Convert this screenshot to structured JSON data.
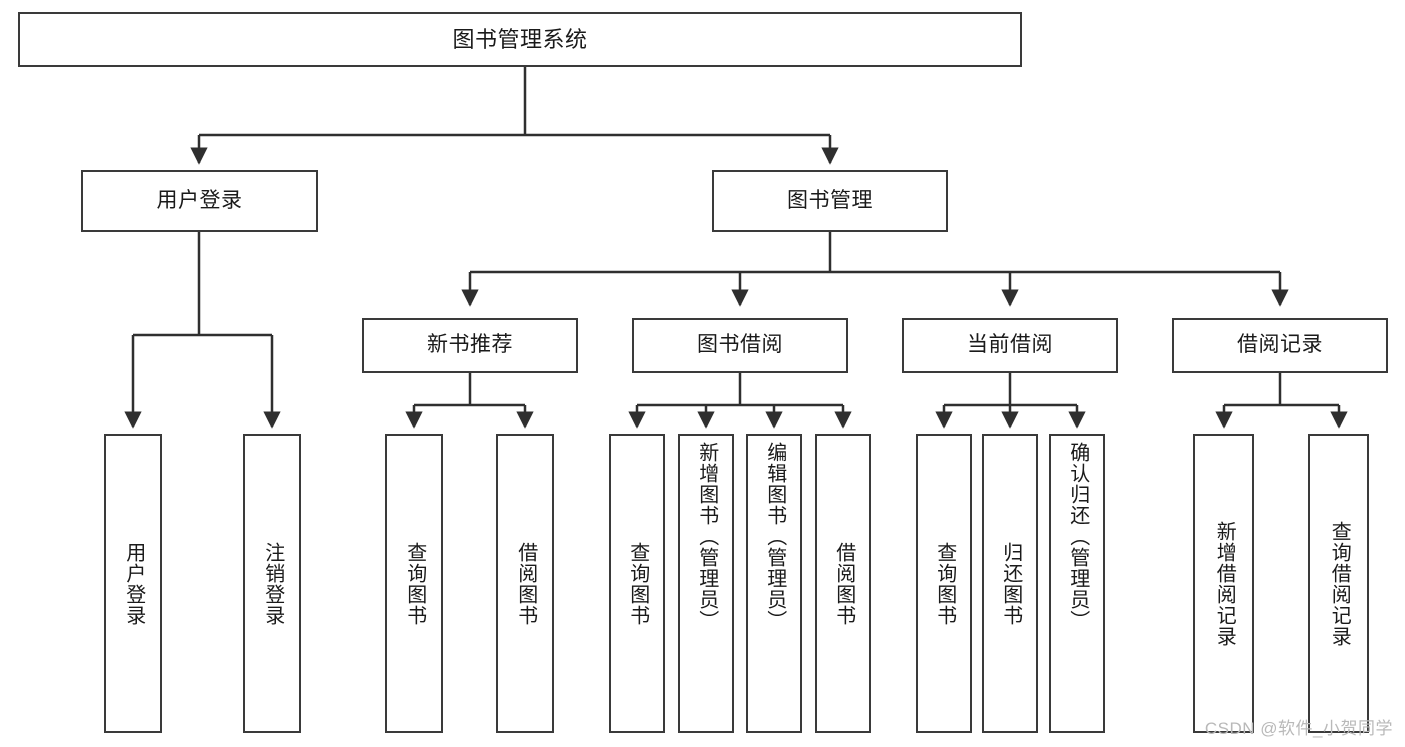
{
  "diagram": {
    "title": "图书管理系统",
    "type": "tree-hierarchy",
    "watermark": "CSDN @软件_小贺同学",
    "colors": {
      "box_border": "#3a3a3a",
      "connector": "#2f2f2f",
      "background": "#ffffff",
      "text": "#1a1a1a",
      "watermark": "#b9b9b9"
    }
  },
  "nodes": {
    "root": {
      "label": "图书管理系统"
    },
    "tier1": [
      {
        "label": "用户登录"
      },
      {
        "label": "图书管理"
      }
    ],
    "tier2": [
      {
        "label": "新书推荐"
      },
      {
        "label": "图书借阅"
      },
      {
        "label": "当前借阅"
      },
      {
        "label": "借阅记录"
      }
    ],
    "leaves": {
      "user_login": [
        {
          "label": "用户登录"
        },
        {
          "label": "注销登录"
        }
      ],
      "new_book": [
        {
          "label": "查询图书"
        },
        {
          "label": "借阅图书"
        }
      ],
      "book_borrow": [
        {
          "label": "查询图书"
        },
        {
          "label": "新增图书（管理员）"
        },
        {
          "label": "编辑图书（管理员）"
        },
        {
          "label": "借阅图书"
        }
      ],
      "current_borrow": [
        {
          "label": "查询图书"
        },
        {
          "label": "归还图书"
        },
        {
          "label": "确认归还（管理员）"
        }
      ],
      "borrow_record": [
        {
          "label": "新增借阅记录"
        },
        {
          "label": "查询借阅记录"
        }
      ]
    }
  }
}
